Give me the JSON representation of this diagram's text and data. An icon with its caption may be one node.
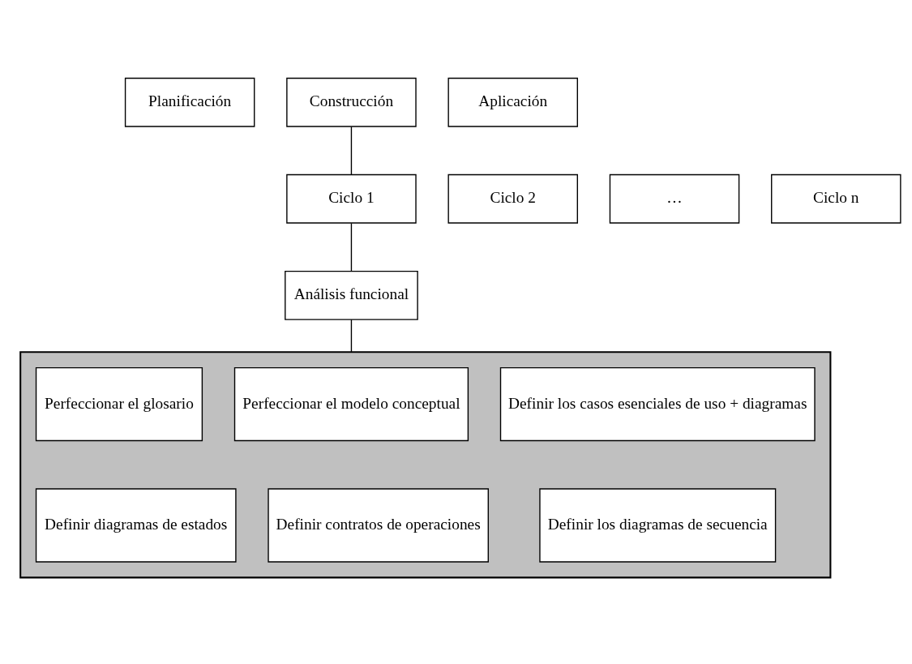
{
  "diagram": {
    "nodes": [
      {
        "text": [
          "Planificación"
        ]
      },
      {
        "text": [
          "Construcción"
        ]
      },
      {
        "text": [
          "Aplicación"
        ]
      },
      {
        "text": [
          "Ciclo 1"
        ]
      },
      {
        "text": [
          "Ciclo 2"
        ]
      },
      {
        "text": [
          "…"
        ]
      },
      {
        "text": [
          "Ciclo n"
        ]
      },
      {
        "text": [
          "Análisis funcional"
        ]
      },
      {
        "text": [],
        "shape": "box"
      },
      {
        "text": [
          "Definir los casos esenciales de uso + diagramas"
        ],
        "in": 8
      },
      {
        "text": [
          "Perfeccionar el modelo conceptual"
        ],
        "in": 8
      },
      {
        "text": [
          "Perfeccionar el glosario"
        ],
        "in": 8
      },
      {
        "text": [
          "Definir los diagramas de secuencia"
        ],
        "in": 8
      },
      {
        "text": [
          "Definir contratos de operaciones"
        ],
        "in": 8
      },
      {
        "text": [
          "Definir diagramas de estados"
        ],
        "in": 8
      }
    ],
    "edges": [
      {
        "from": 1,
        "to": 3,
        "arrow": "none"
      },
      {
        "from": 3,
        "to": 7,
        "arrow": "none"
      },
      {
        "from": 7,
        "to": 8,
        "arrow": "none"
      }
    ]
  }
}
